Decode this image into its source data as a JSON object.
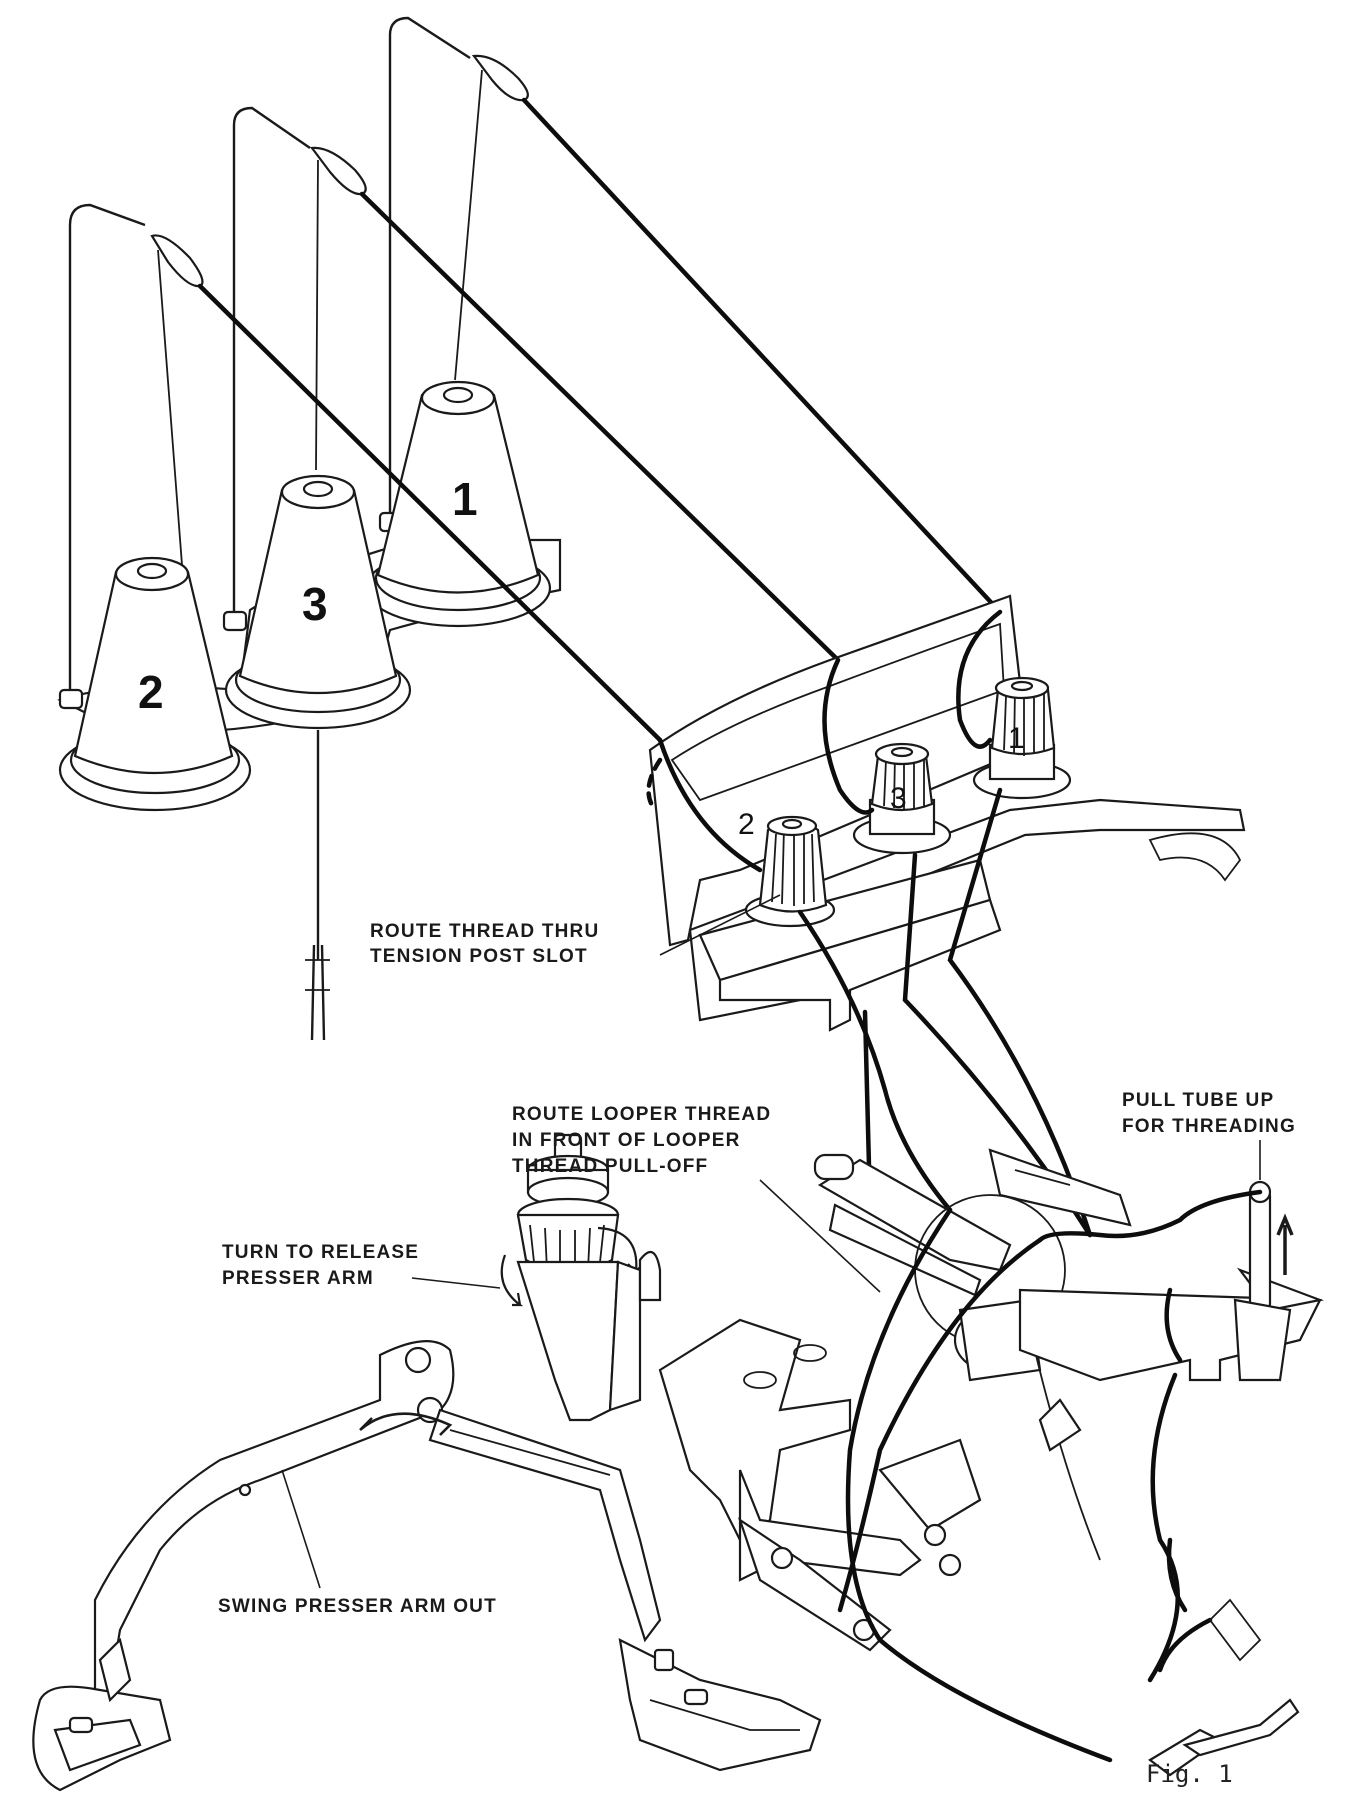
{
  "cones": [
    {
      "number": "1"
    },
    {
      "number": "3"
    },
    {
      "number": "2"
    }
  ],
  "tension_posts": [
    {
      "number": "1"
    },
    {
      "number": "3"
    },
    {
      "number": "2"
    }
  ],
  "callouts": {
    "tension_slot": [
      "ROUTE THREAD THRU",
      "TENSION POST SLOT"
    ],
    "looper_thread": [
      "ROUTE LOOPER THREAD",
      "IN FRONT OF LOOPER",
      "THREAD PULL-OFF"
    ],
    "pull_tube": [
      "PULL TUBE UP",
      "FOR THREADING"
    ],
    "release_presser": [
      "TURN TO RELEASE",
      "PRESSER ARM"
    ],
    "swing_presser": [
      "SWING PRESSER ARM OUT"
    ]
  },
  "figure_label": "Fig. 1"
}
